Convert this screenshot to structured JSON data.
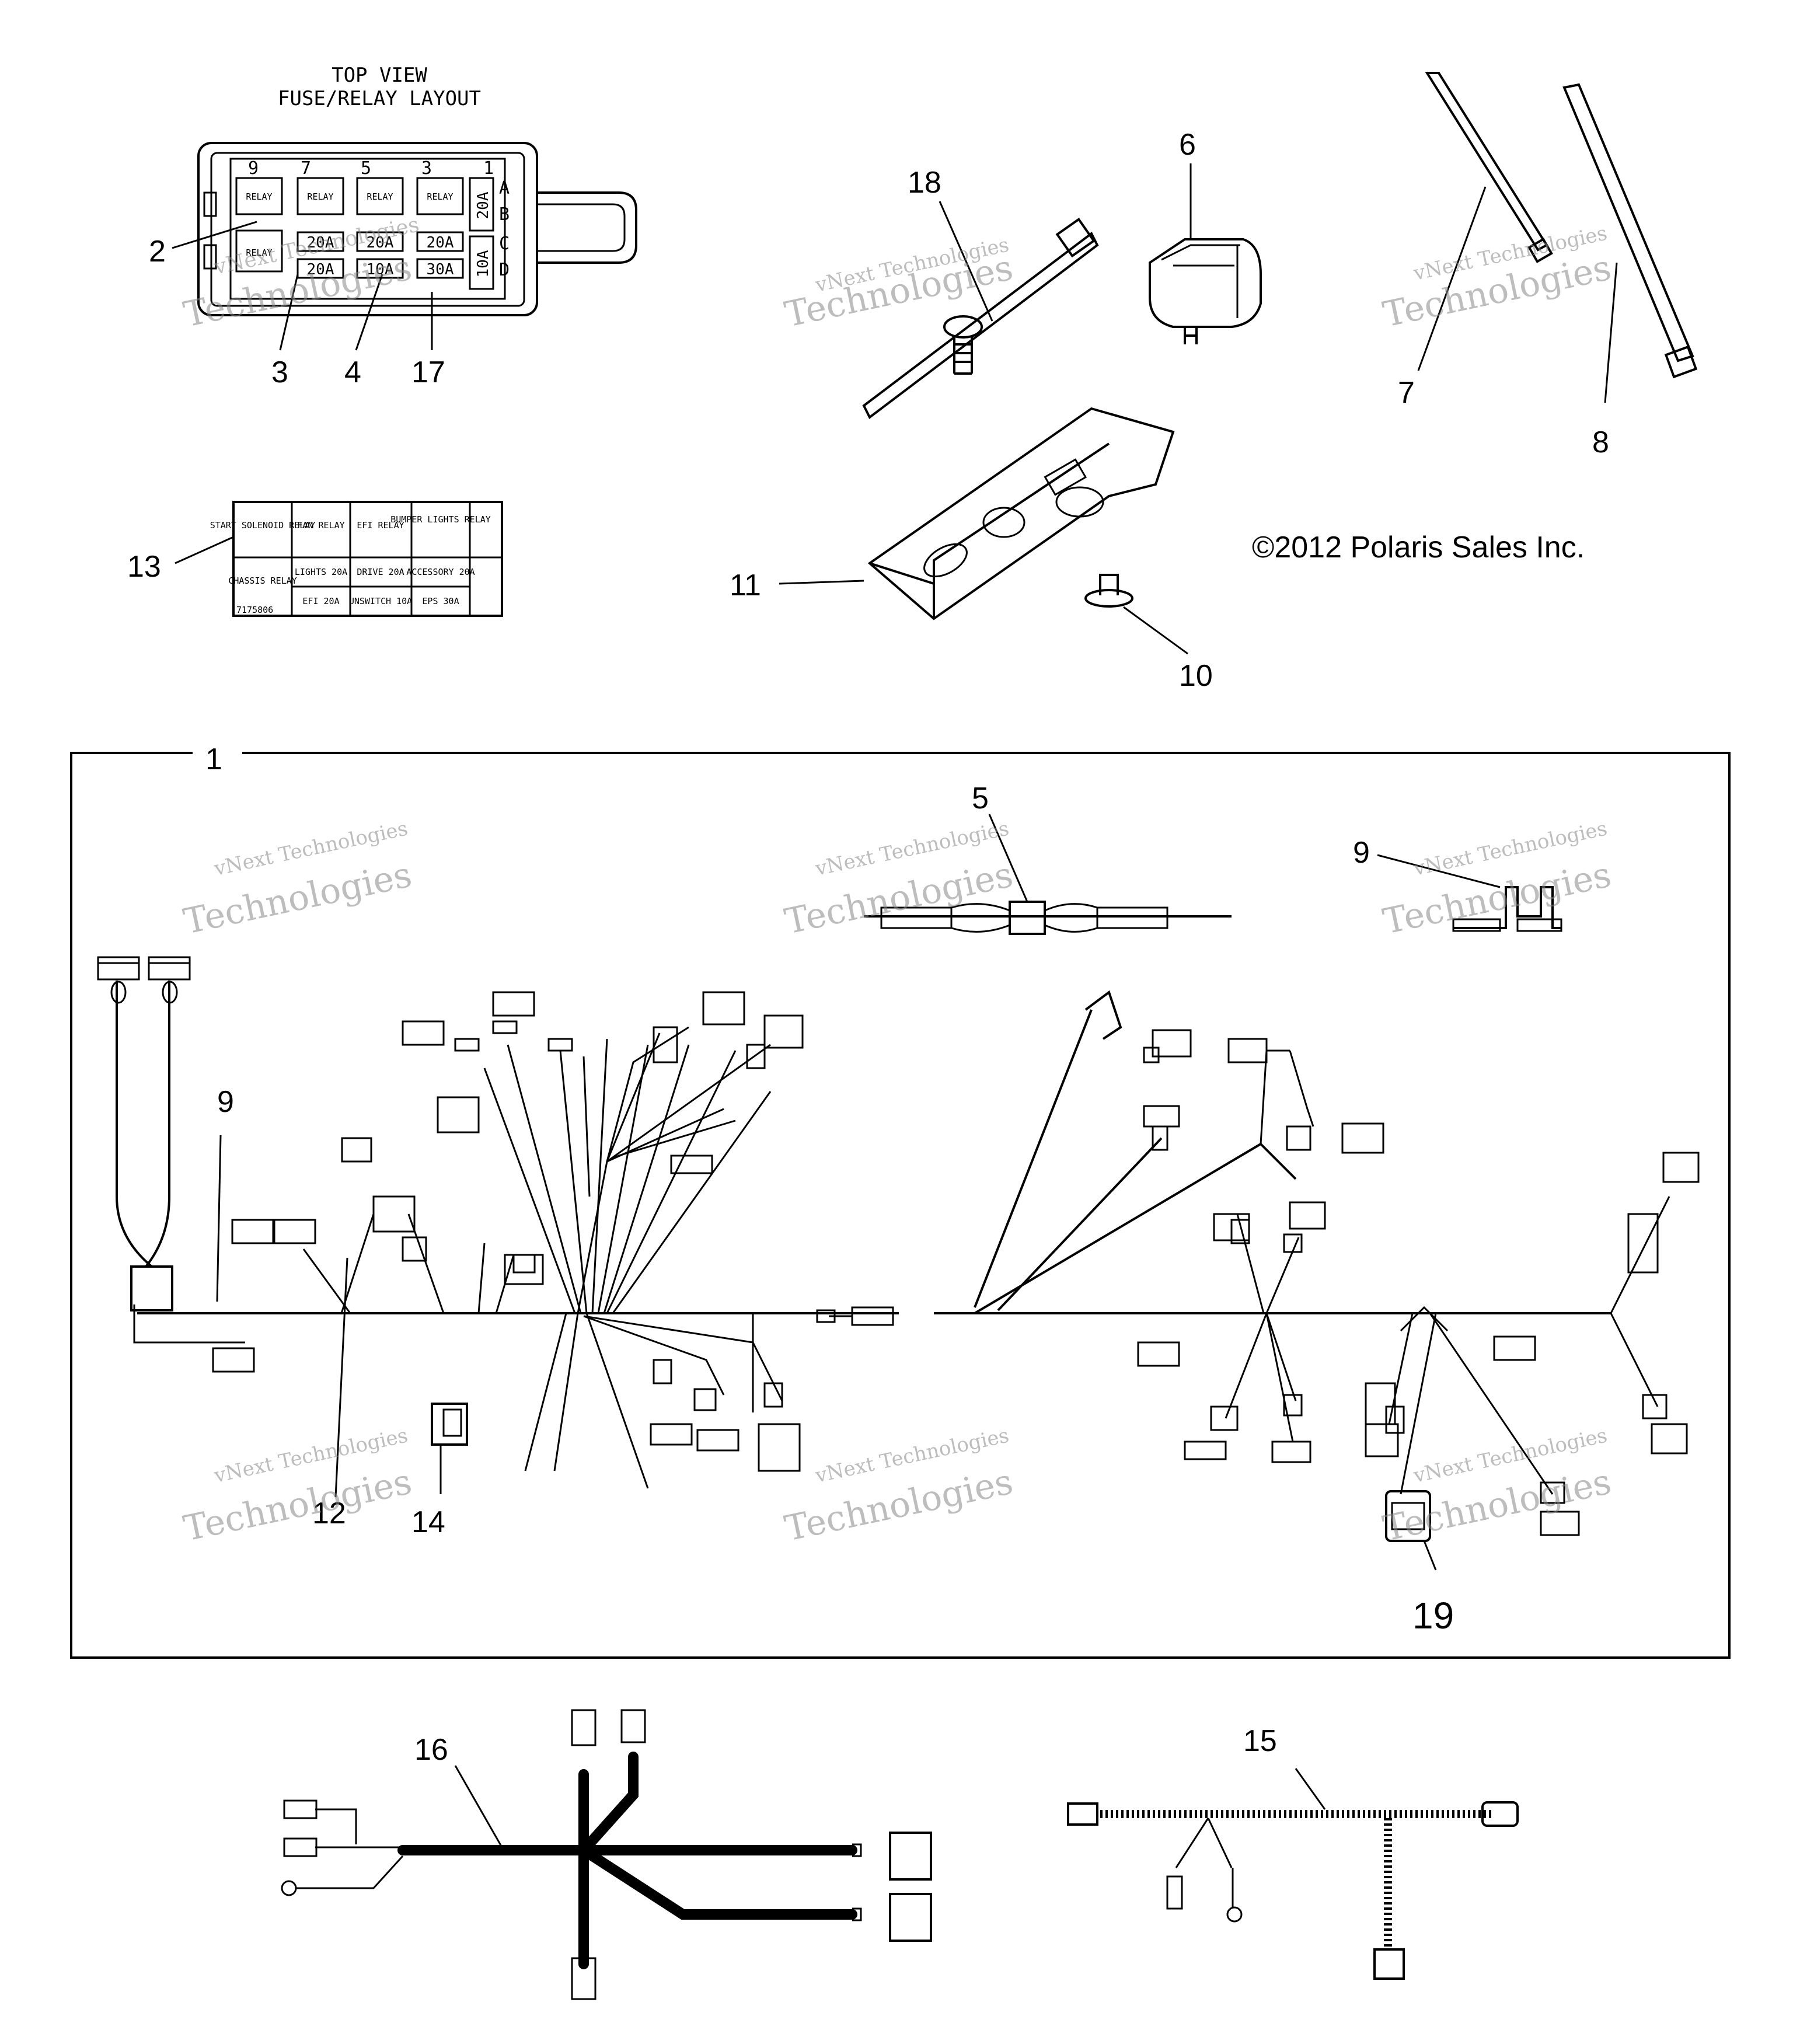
{
  "fuse_box": {
    "title_line1": "TOP VIEW",
    "title_line2": "FUSE/RELAY LAYOUT",
    "column_numbers": [
      "9",
      "7",
      "5",
      "3",
      "1"
    ],
    "row_letters": [
      "A",
      "B",
      "C",
      "D"
    ],
    "relay_label": "RELAY",
    "fuse_20a": "20A",
    "fuse_10a": "10A",
    "fuse_30a": "30A"
  },
  "decal": {
    "start_solenoid_relay": "START SOLENOID RELAY",
    "fan_relay": "FAN RELAY",
    "efi_relay": "EFI RELAY",
    "bumper_lights_relay": "BUMPER LIGHTS RELAY",
    "chassis_relay": "CHASSIS RELAY",
    "lights": "LIGHTS 20A",
    "drive": "DRIVE 20A",
    "accessory": "ACCESSORY 20A",
    "efi_fuse": "EFI 20A",
    "unswitch": "UNSWITCH 10A",
    "eps": "EPS 30A",
    "part_no": "7175806"
  },
  "callouts": {
    "c1": "1",
    "c2": "2",
    "c3": "3",
    "c4": "4",
    "c5": "5",
    "c6": "6",
    "c7": "7",
    "c8": "8",
    "c9a": "9",
    "c9b": "9",
    "c10": "10",
    "c11": "11",
    "c12": "12",
    "c13": "13",
    "c14": "14",
    "c15": "15",
    "c16": "16",
    "c17": "17",
    "c18": "18",
    "c19": "19"
  },
  "copyright": "©2012 Polaris Sales Inc.",
  "watermark": {
    "line1": "vNext",
    "line2": "vNext Technologies",
    "line3": "Technologies"
  },
  "icons": [
    "fuse-box-icon",
    "cable-tie-icon",
    "connector-icon",
    "bracket-icon",
    "push-rivet-icon",
    "wire-harness-icon",
    "relay-icon"
  ]
}
